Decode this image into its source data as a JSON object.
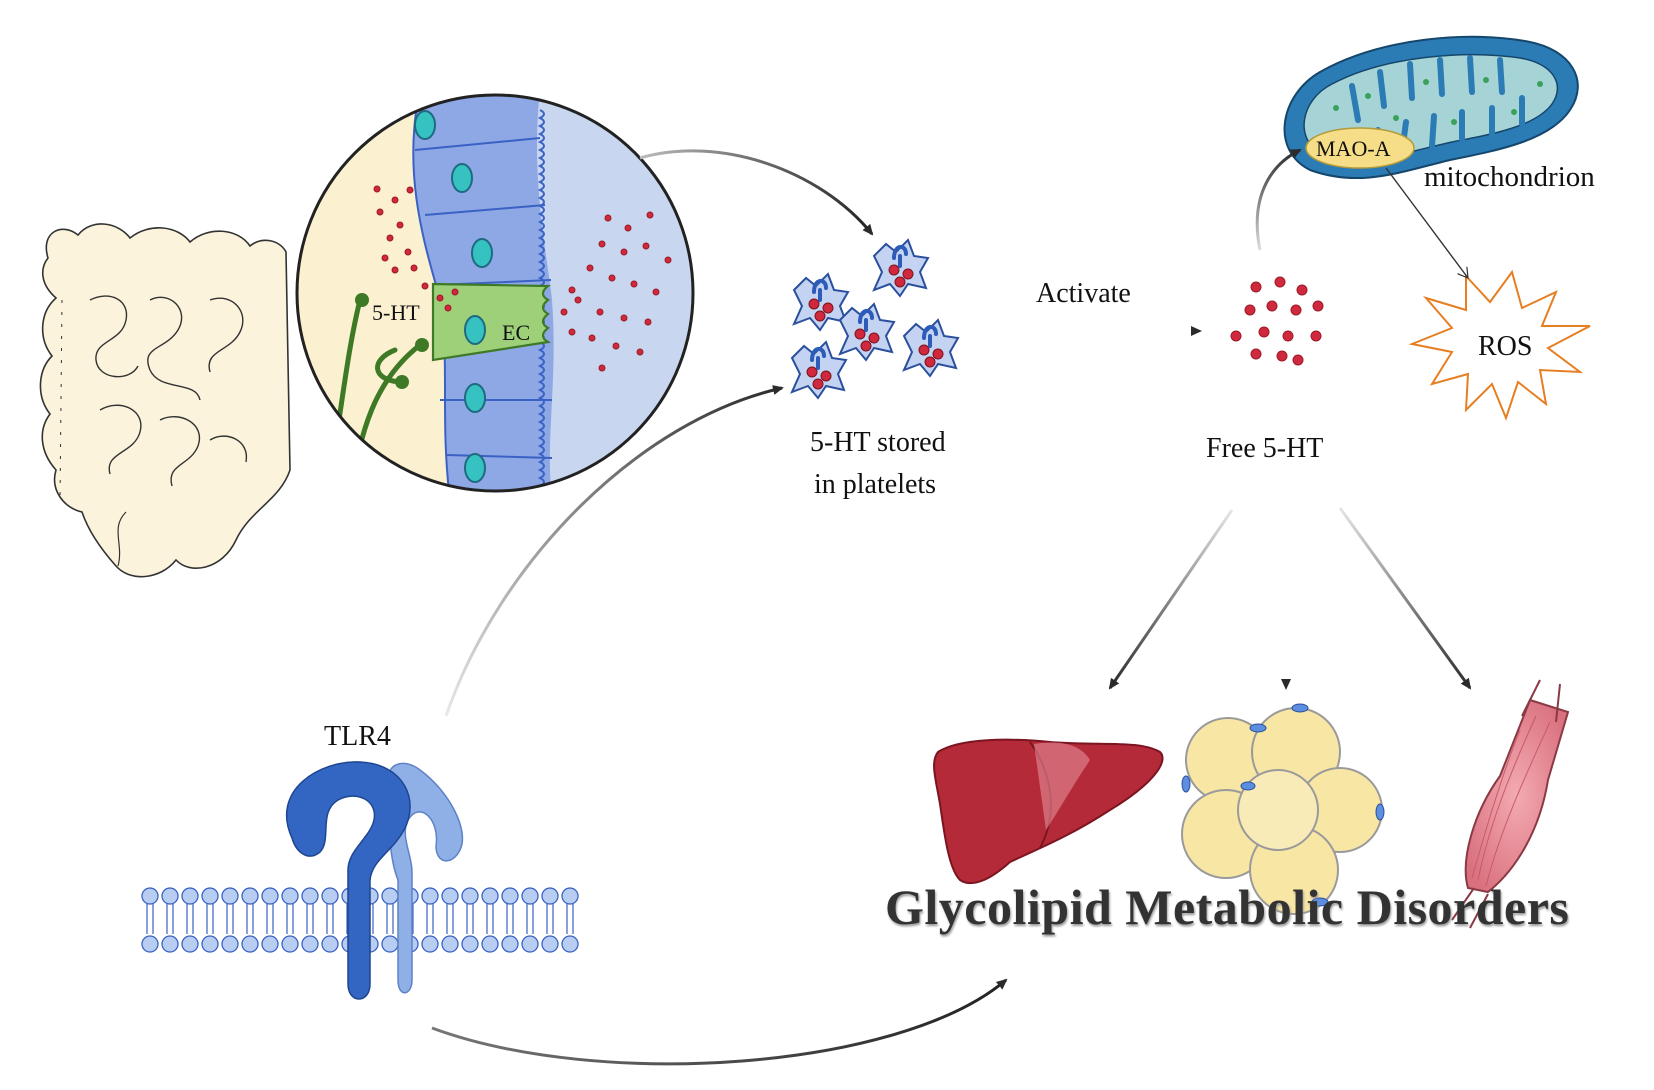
{
  "labels": {
    "five_ht_gut": "5-HT",
    "ec": "EC",
    "stored_line1": "5-HT stored",
    "stored_line2": "in platelets",
    "activate": "Activate",
    "free": "Free 5-HT",
    "maoa": "MAO-A",
    "mitochondrion": "mitochondrion",
    "ros": "ROS",
    "tlr4": "TLR4",
    "title": "Glycolipid Metabolic Disorders"
  },
  "colors": {
    "serotonin_dot": "#d0283c",
    "intestine_fill": "#fbf3dc",
    "epithelium": "#8ea8e6",
    "lumen": "#c9d6ef",
    "ec_cell": "#9ed07a",
    "nerve": "#3e7a25",
    "receptor_dark": "#3366c2",
    "receptor_light": "#8fb0e6",
    "liver": "#b52a38",
    "adipocyte": "#f8e6a4",
    "muscle": "#e78c97",
    "mito_outer": "#2b7bb5",
    "maoa_fill": "#f6dd88",
    "ros_stroke": "#e67e22",
    "arrow": "#333333"
  }
}
